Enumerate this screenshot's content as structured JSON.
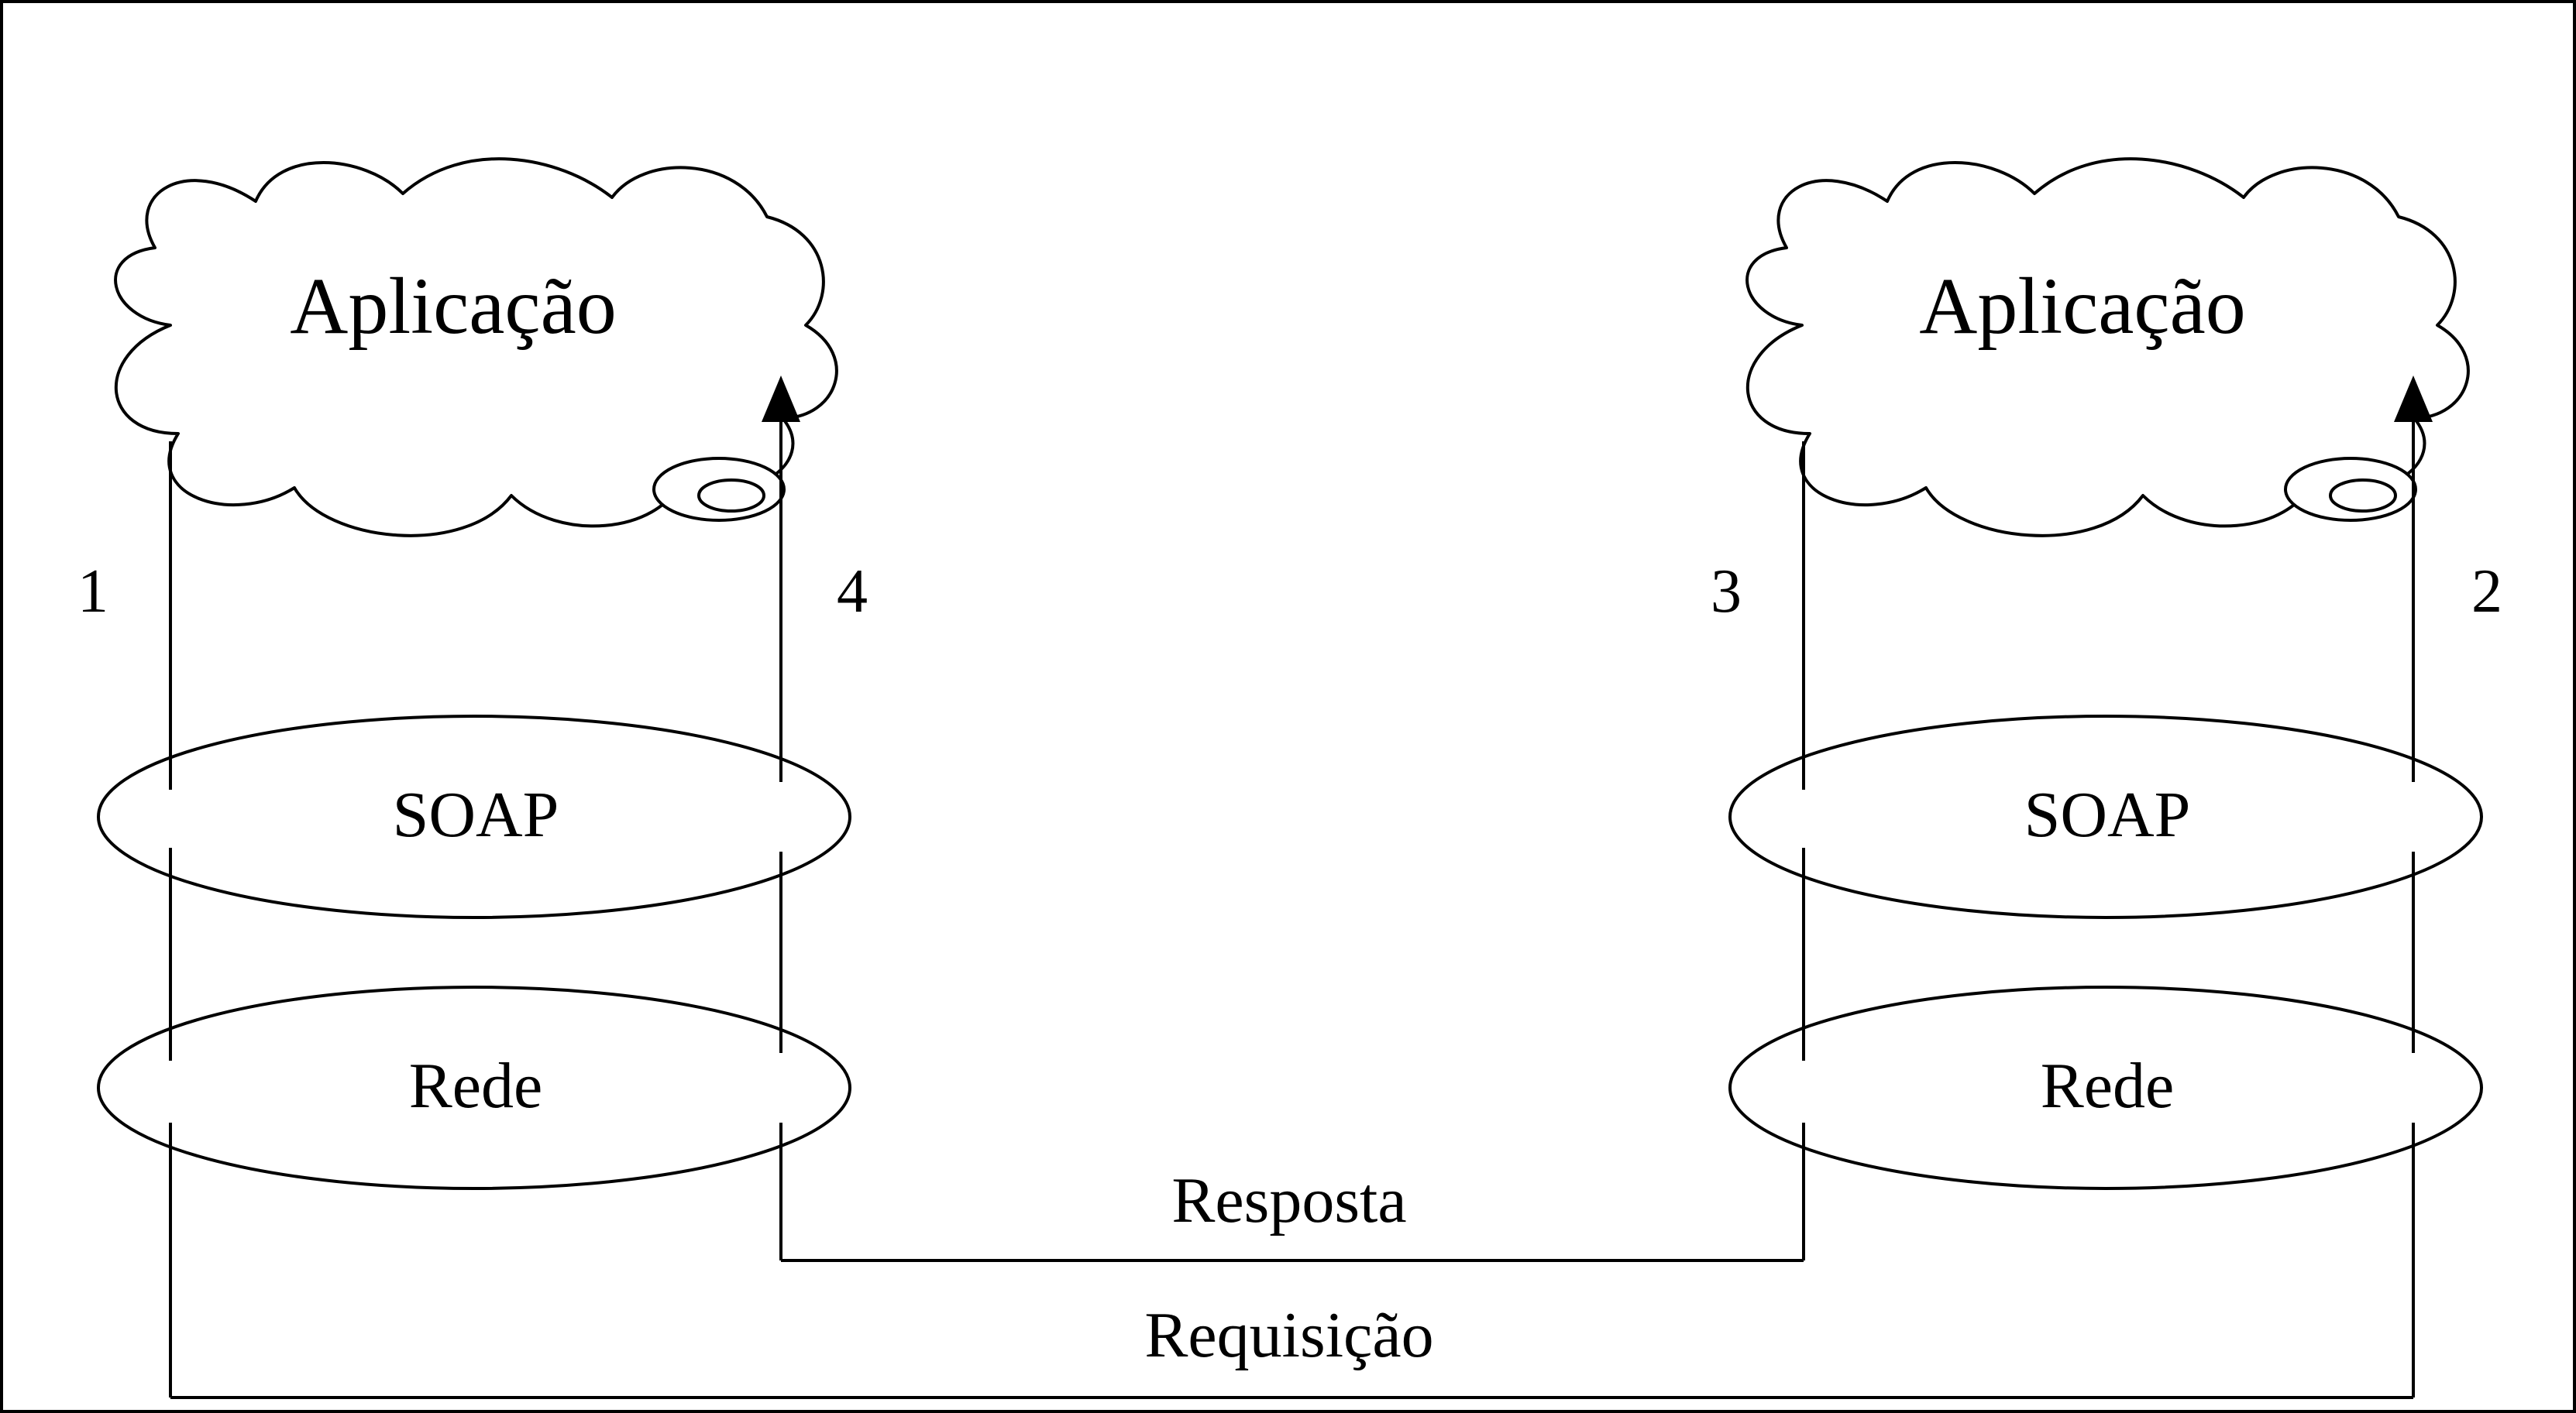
{
  "left_stack": {
    "application_label": "Aplicação",
    "soap_label": "SOAP",
    "network_label": "Rede",
    "step_outgoing": "1",
    "step_incoming": "4"
  },
  "right_stack": {
    "application_label": "Aplicação",
    "soap_label": "SOAP",
    "network_label": "Rede",
    "step_outgoing": "3",
    "step_incoming": "2"
  },
  "response_label": "Resposta",
  "request_label": "Requisição"
}
